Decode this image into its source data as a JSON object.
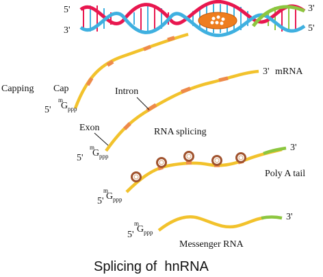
{
  "dna": {
    "end_top_left": "5'",
    "end_bottom_left": "3'",
    "end_top_right": "3'",
    "end_bottom_right": "5'",
    "strand_colors": [
      "#e8174f",
      "#3fb0e0",
      "#8cc63f"
    ]
  },
  "stage1": {
    "process_label": "Capping",
    "cap_label": "Cap",
    "cap_superscript": "m",
    "cap_base": "G",
    "cap_subscript": "ppp",
    "five_prime": "5'",
    "three_prime": "3'",
    "rna_label": "mRNA"
  },
  "stage2": {
    "intron_label": "Intron",
    "exon_label": "Exon",
    "process_label": "RNA splicing",
    "cap_superscript": "m",
    "cap_base": "G",
    "cap_subscript": "ppp",
    "five_prime": "5'"
  },
  "stage3": {
    "cap_superscript": "m",
    "cap_base": "G",
    "cap_subscript": "ppp",
    "five_prime": "5'",
    "three_prime": "3'",
    "tail_label": "Poly A tail"
  },
  "stage4": {
    "cap_superscript": "m",
    "cap_base": "G",
    "cap_subscript": "ppp",
    "five_prime": "5'",
    "three_prime": "3'",
    "product_label": "Messenger RNA"
  },
  "caption": "Splicing of  hnRNA",
  "colors": {
    "exon": "#f2c22c",
    "intron": "#ee8a4a",
    "poly_a_tail": "#8cc63f",
    "polymerase": "#ee7d1f",
    "spliceosome_ring": "#a0522d"
  }
}
